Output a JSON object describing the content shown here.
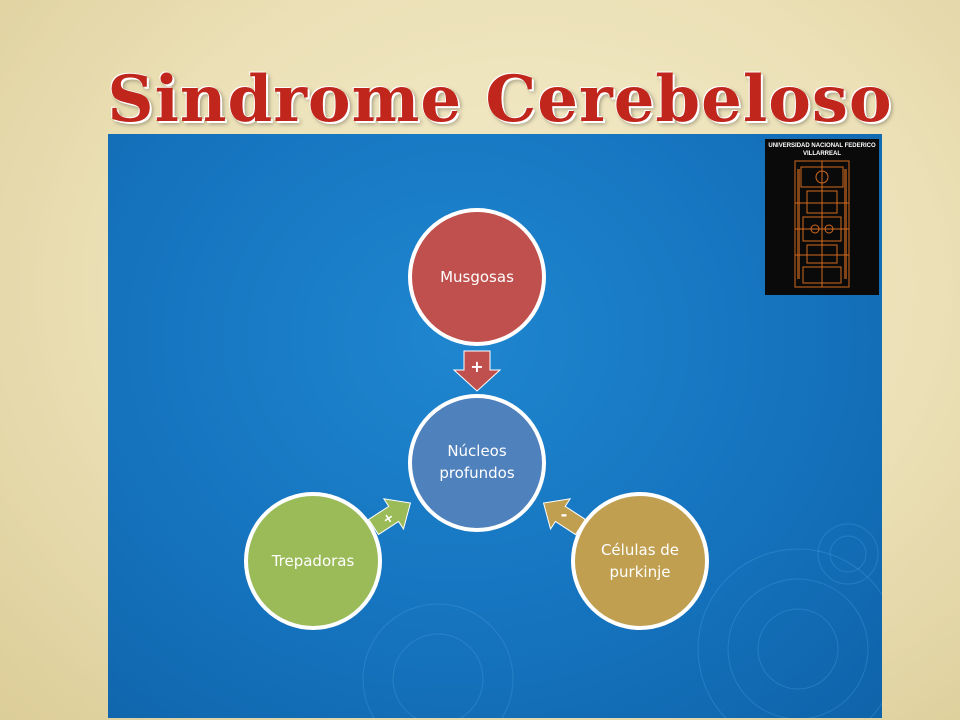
{
  "slide": {
    "title": "Sindrome Cerebeloso"
  },
  "logo": {
    "institution": "UNIVERSIDAD NACIONAL FEDERICO VILLARREAL"
  },
  "diagram": {
    "nodes": {
      "musgosas": "Musgosas",
      "nucleos_line1": "Núcleos",
      "nucleos_line2": "profundos",
      "trepadoras": "Trepadoras",
      "celulas_line1": "Células de",
      "celulas_line2": "purkinje"
    },
    "arrows": {
      "musgosas_to_nucleos": "+",
      "trepadoras_to_nucleos": "+",
      "celulas_to_nucleos": "-"
    }
  },
  "colors": {
    "title": "#c0261c",
    "panel": "#1675c0",
    "musgosas": "#c0504d",
    "nucleos": "#4f81bd",
    "trepadoras": "#9bbb59",
    "celulas": "#c0a050",
    "node_border": "#ffffff"
  }
}
